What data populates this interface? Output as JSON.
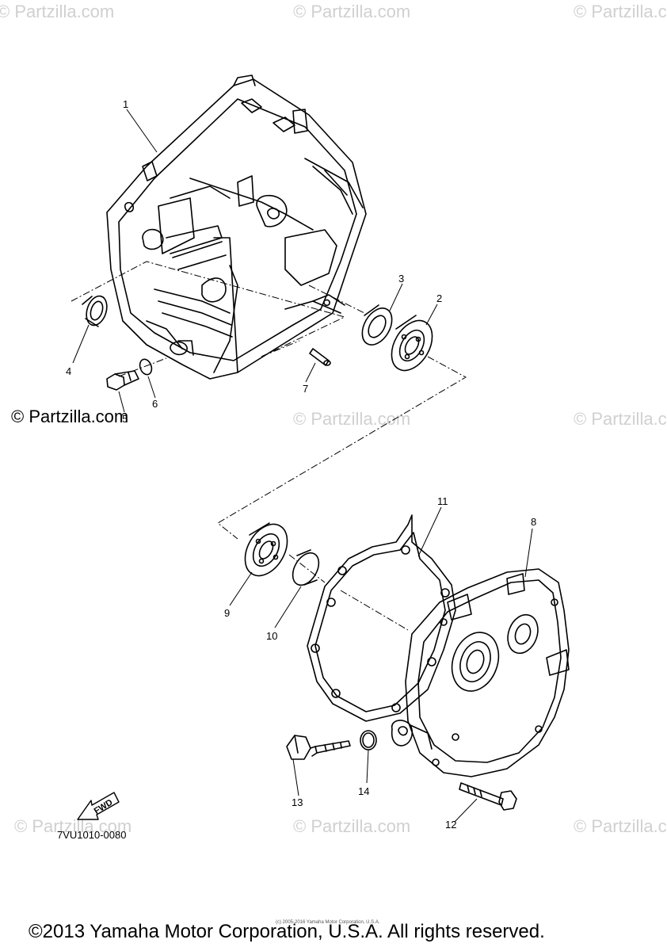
{
  "watermark_text": "© Partzilla.com",
  "brand_text": "© Partzilla.com",
  "part_code": "7VU1010-0080",
  "fwd_label": "FWD",
  "small_print": "(c) 2005-2016 Yamaha Motor Corporation, U.S.A.",
  "copyright": "©2013 Yamaha Motor Corporation, U.S.A. All rights reserved.",
  "callouts": {
    "c1": "1",
    "c2": "2",
    "c3": "3",
    "c4": "4",
    "c5": "5",
    "c6": "6",
    "c7": "7",
    "c8": "8",
    "c9": "9",
    "c10": "10",
    "c11": "11",
    "c12": "12",
    "c13": "13",
    "c14": "14"
  }
}
